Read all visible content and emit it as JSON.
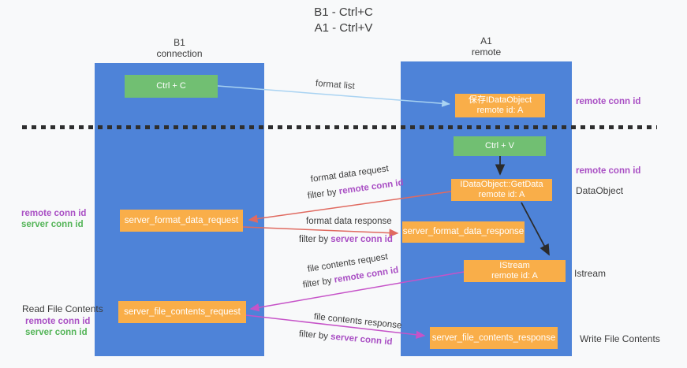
{
  "title": {
    "line1": "B1 - Ctrl+C",
    "line2": "A1 - Ctrl+V"
  },
  "lanes": {
    "left": {
      "name": "B1",
      "subtitle": "connection"
    },
    "right": {
      "name": "A1",
      "subtitle": "remote"
    }
  },
  "nodes": {
    "ctrl_c": {
      "label": "Ctrl + C"
    },
    "save_idataobject": {
      "line1": "保存IDataObject",
      "line2": "remote id: A"
    },
    "ctrl_v": {
      "label": "Ctrl + V"
    },
    "getdata": {
      "line1": "IDataObject::GetData",
      "line2": "remote id: A"
    },
    "format_request": {
      "label": "server_format_data_request"
    },
    "format_response": {
      "label": "server_format_data_response"
    },
    "istream": {
      "line1": "IStream",
      "line2": "remote id: A"
    },
    "file_request": {
      "label": "server_file_contents_request"
    },
    "file_response": {
      "label": "server_file_contents_response"
    }
  },
  "edge_labels": {
    "format_list": "format list",
    "format_data_request": "format data request",
    "format_data_response": "format data response",
    "file_contents_request": "file contents request",
    "file_contents_response": "file contents response",
    "filter_by": "filter by ",
    "remote_conn_id": "remote conn id",
    "server_conn_id": "server conn id"
  },
  "annotations": {
    "right_top_remote_conn_id": "remote conn id",
    "right_mid_remote_conn_id": "remote conn id",
    "dataobject": "DataObject",
    "istream": "Istream",
    "write_file_contents": "Write File Contents",
    "read_file_contents": "Read File Contents",
    "left_remote_conn_id": "remote conn id",
    "left_server_conn_id": "server conn id",
    "left2_remote_conn_id": "remote conn id",
    "left2_server_conn_id": "server conn id"
  },
  "colors": {
    "lane_blue": "#4e83d8",
    "node_green": "#71bf72",
    "node_orange": "#f9ae49",
    "purple_text": "#a94fc4",
    "green_text": "#53b457",
    "arrow_red": "#e06a60",
    "arrow_magenta": "#c653c8",
    "arrow_lightblue": "#a9d3f2",
    "arrow_black": "#2b2b2b"
  }
}
